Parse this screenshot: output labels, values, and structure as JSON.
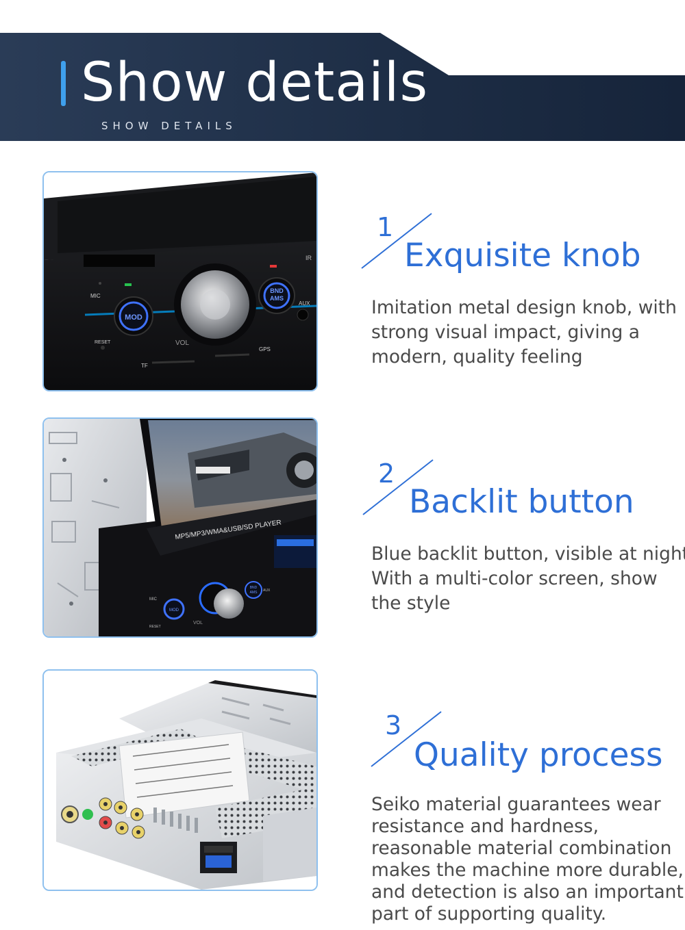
{
  "header": {
    "title": "Show details",
    "subtitle": "SHOW DETAILS"
  },
  "colors": {
    "banner": "#1c2c44",
    "accent": "#3fa0ec",
    "feature_blue": "#2e6fd6",
    "frame_border": "#8ec0ee"
  },
  "photos": {
    "knob": {
      "labels": {
        "mic": "MIC",
        "mod_top": "MOD",
        "bnd": "BND",
        "ams": "AMS",
        "aux": "AUX",
        "reset": "RESET",
        "vol": "VOL",
        "gps": "GPS",
        "tf": "TF",
        "ir": "IR"
      }
    },
    "screen": {
      "player_label": "MP5/MP3/WMA&USB/SD PLAYER",
      "mic": "MIC",
      "mod": "MOD",
      "vol": "VOL",
      "reset": "RESET",
      "bnd": "BND",
      "ams": "AMS",
      "aux": "AUX"
    }
  },
  "features": [
    {
      "number": "1",
      "title": "Exquisite knob",
      "lines": [
        "Imitation metal design knob, with",
        "strong visual impact, giving a",
        "modern, quality feeling"
      ]
    },
    {
      "number": "2",
      "title": "Backlit button",
      "lines": [
        "Blue backlit button, visible at night",
        "With a multi-color screen, show",
        "the style"
      ]
    },
    {
      "number": "3",
      "title": "Quality process",
      "lines": [
        "Seiko material guarantees wear",
        "resistance and hardness,",
        "reasonable material combination",
        "makes the machine more durable,",
        "and detection is also an important",
        "part of supporting quality."
      ]
    }
  ]
}
